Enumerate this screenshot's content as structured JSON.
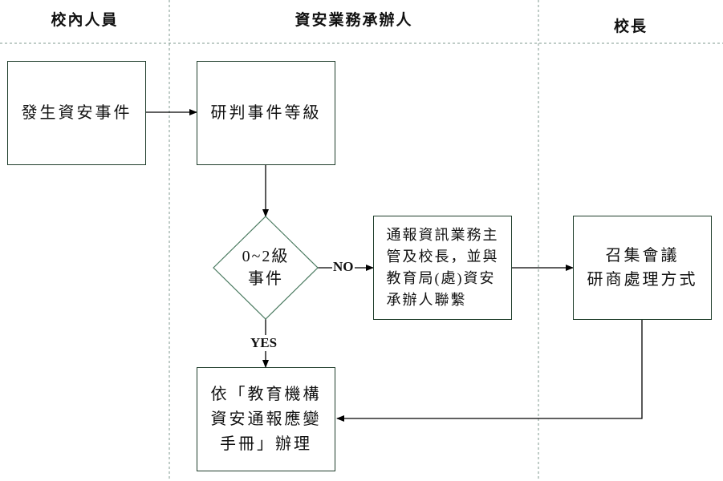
{
  "lanes": [
    {
      "title": "校內人員"
    },
    {
      "title": "資安業務承辦人"
    },
    {
      "title": "校長"
    }
  ],
  "nodes": {
    "occur": {
      "line1": "發生資安事件"
    },
    "judge": {
      "line1": "研判事件等級"
    },
    "decision": {
      "line1": "0~2級",
      "line2": "事件"
    },
    "notify": {
      "line1": "通報資訊業務主",
      "line2": "管及校長，並與",
      "line3": "教育局(處)資安",
      "line4": "承辦人聯繫"
    },
    "meeting": {
      "line1": "召集會議",
      "line2": "研商處理方式"
    },
    "handbook": {
      "line1": "依「教育機構",
      "line2": "資安通報應變",
      "line3": "手冊」辦理"
    }
  },
  "edges": {
    "no_label": "NO",
    "yes_label": "YES"
  },
  "colors": {
    "box_border": "#1f3d2b",
    "lane_divider": "#7f9a8f",
    "arrow": "#000000"
  }
}
